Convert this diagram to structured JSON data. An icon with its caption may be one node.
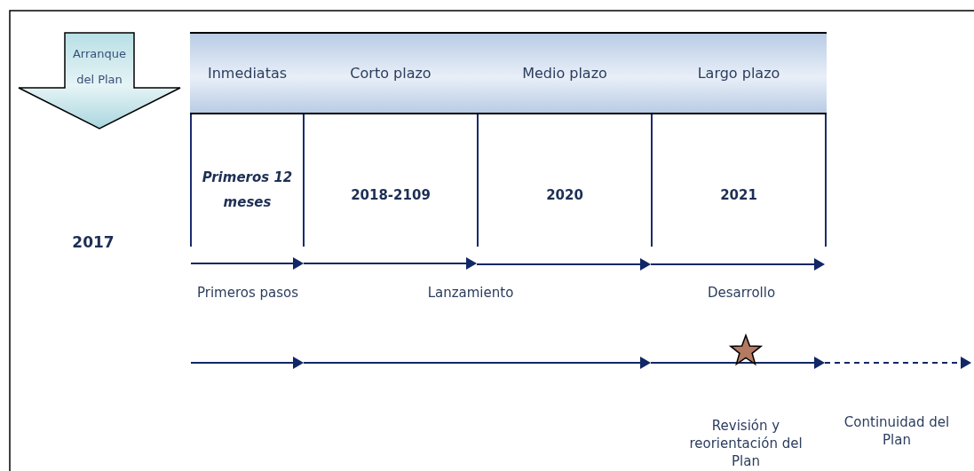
{
  "diagram": {
    "nodes": [
      {
        "text": [
          "Arranque del Plan"
        ]
      },
      {
        "text": [
          "Inmediatas",
          "Primeros 12 meses"
        ]
      },
      {
        "text": [
          "Corto plazo",
          "2018-2109"
        ]
      },
      {
        "text": [
          "Medio plazo",
          "2020"
        ]
      },
      {
        "text": [
          "Largo plazo",
          "2021"
        ]
      }
    ],
    "labels": [
      "2017",
      "Primeros pasos",
      "Lanzamiento",
      "Desarrollo",
      "Revisión y reorientación del Plan",
      "Continuidad del Plan"
    ]
  }
}
